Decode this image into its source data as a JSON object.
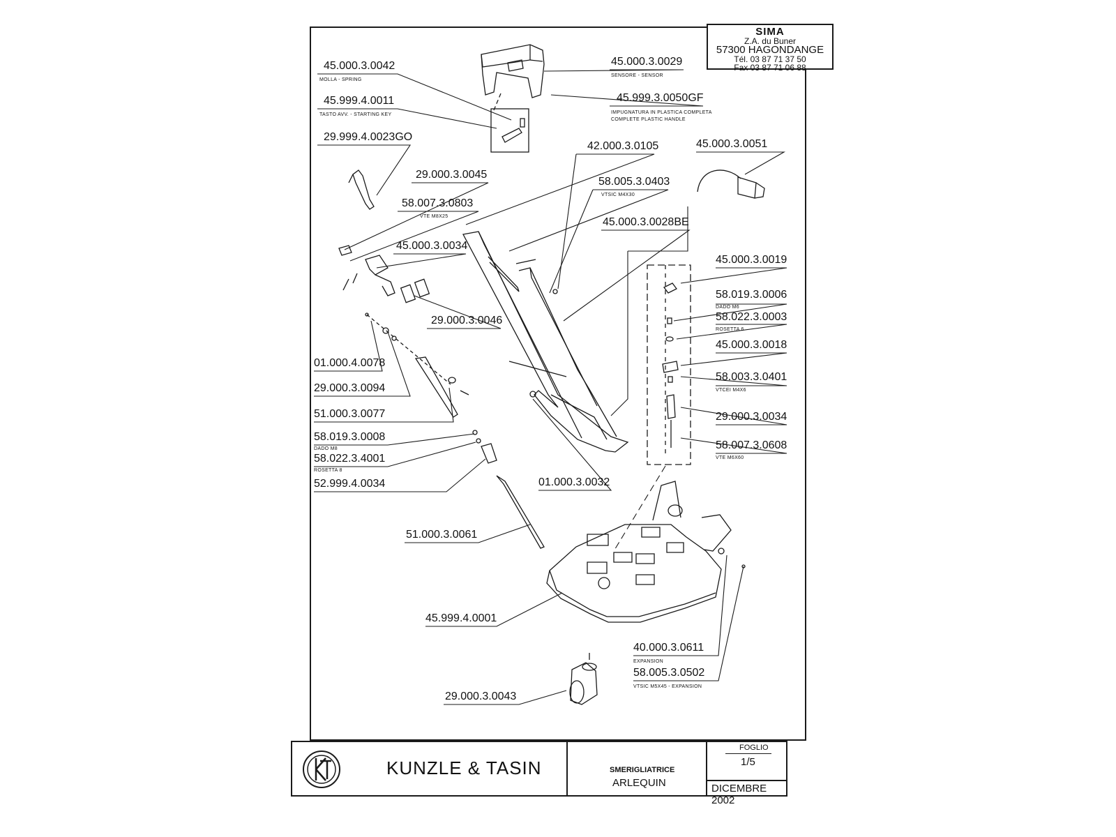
{
  "sima": {
    "name": "SIMA",
    "address": "Z.A. du Buner",
    "city": "57300 HAGONDANGE",
    "tel": "Tél. 03 87 71 37 50",
    "fax": "Fax 03 87 71 06 88"
  },
  "parts": [
    {
      "code": "45.000.3.0042",
      "sub": "MOLLA - SPRING"
    },
    {
      "code": "45.999.4.0011",
      "sub": "TASTO AVV. - STARTING KEY"
    },
    {
      "code": "29.999.4.0023GO",
      "sub": ""
    },
    {
      "code": "29.000.3.0045",
      "sub": ""
    },
    {
      "code": "58.007.3.0803",
      "sub": "VTE M8x25"
    },
    {
      "code": "45.000.3.0034",
      "sub": ""
    },
    {
      "code": "29.000.3.0046",
      "sub": ""
    },
    {
      "code": "01.000.4.0078",
      "sub": ""
    },
    {
      "code": "29.000.3.0094",
      "sub": ""
    },
    {
      "code": "51.000.3.0077",
      "sub": ""
    },
    {
      "code": "58.019.3.0008",
      "sub": "DADO M8"
    },
    {
      "code": "58.022.3.4001",
      "sub": "ROSETTA 8"
    },
    {
      "code": "52.999.4.0034",
      "sub": ""
    },
    {
      "code": "51.000.3.0061",
      "sub": ""
    },
    {
      "code": "45.999.4.0001",
      "sub": ""
    },
    {
      "code": "29.000.3.0043",
      "sub": ""
    },
    {
      "code": "45.000.3.0029",
      "sub": "SENSORE - SENSOR"
    },
    {
      "code": "45.999.3.0050GF",
      "sub": "IMPUGNATURA IN PLASTICA COMPLETA"
    },
    {
      "code": "42.000.3.0105",
      "sub": ""
    },
    {
      "code": "45.000.3.0051",
      "sub": ""
    },
    {
      "code": "58.005.3.0403",
      "sub": "VTSIC M4x30"
    },
    {
      "code": "45.000.3.0028BE",
      "sub": ""
    },
    {
      "code": "45.000.3.0019",
      "sub": ""
    },
    {
      "code": "58.019.3.0006",
      "sub": "DADO M6"
    },
    {
      "code": "58.022.3.0003",
      "sub": "ROSETTA 6"
    },
    {
      "code": "45.000.3.0018",
      "sub": ""
    },
    {
      "code": "58.003.3.0401",
      "sub": "VTCEI M4x6"
    },
    {
      "code": "29.000.3.0034",
      "sub": ""
    },
    {
      "code": "58.007.3.0608",
      "sub": "VTE M6x60"
    },
    {
      "code": "01.000.3.0032",
      "sub": ""
    },
    {
      "code": "40.000.3.0611",
      "sub": "EXPANSION"
    },
    {
      "code": "58.005.3.0502",
      "sub": "VTSIC M5x45 - EXPANSION"
    }
  ],
  "extra_sub": "COMPLETE PLASTIC HANDLE",
  "titleblock": {
    "brand": "KUNZLE & TASIN",
    "product_type": "SMERIGLIATRICE",
    "product_name": "ARLEQUIN",
    "sheet_label": "FOGLIO",
    "sheet_value": "1/5",
    "date": "DICEMBRE 2002"
  }
}
